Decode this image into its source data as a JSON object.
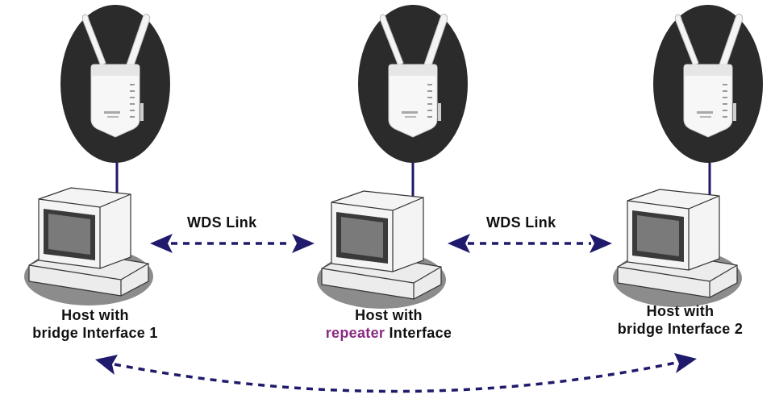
{
  "links": {
    "left_label": "WDS Link",
    "right_label": "WDS Link"
  },
  "hosts": [
    {
      "line1": "Host with",
      "line2": "bridge Interface 1"
    },
    {
      "line1": "Host with",
      "line2_highlight": "repeater",
      "line2_rest": " Interface"
    },
    {
      "line1": "Host with",
      "line2": "bridge Interface 2"
    }
  ],
  "colors": {
    "link_arrow": "#1f1a6b",
    "highlight_text": "#8a2a82",
    "cable": "#1f1a6b",
    "access_point_disc": "#2b2b2b"
  },
  "icons": [
    "access-point-icon",
    "host-computer-icon",
    "dashed-double-arrow-icon"
  ]
}
